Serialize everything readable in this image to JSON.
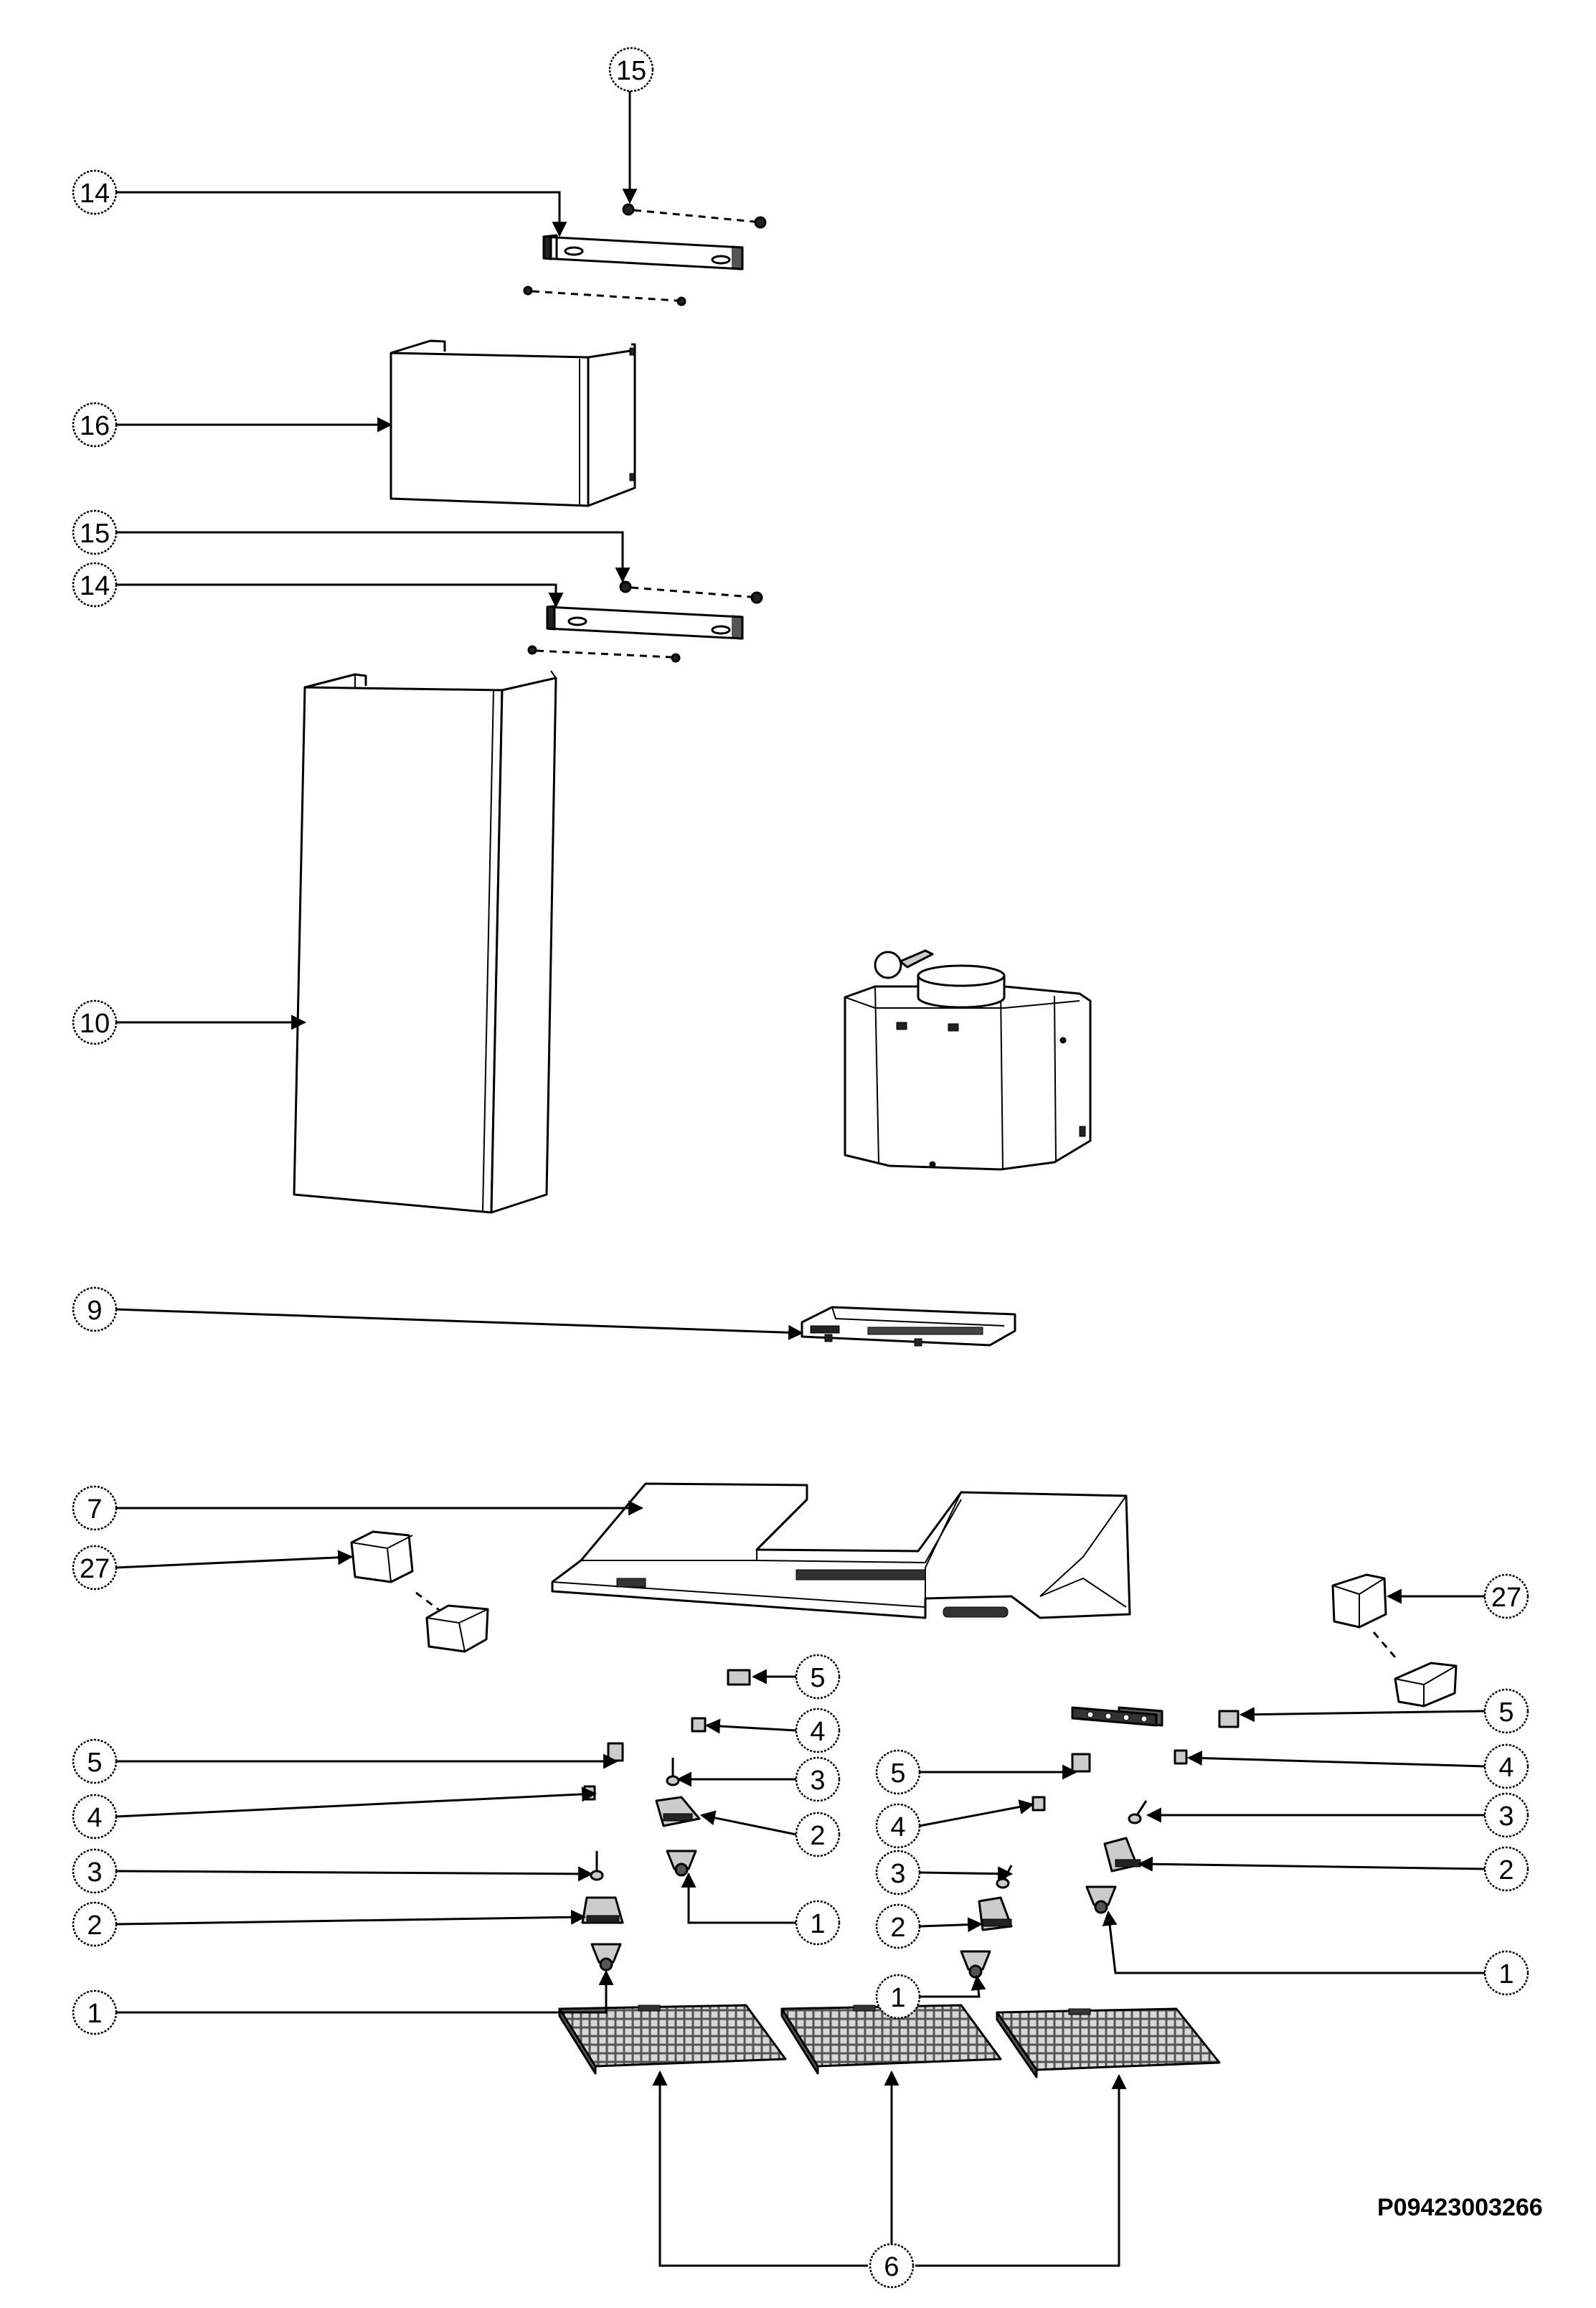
{
  "drawing_code": "P09423003266",
  "part_labels": {
    "p1": "1",
    "p2": "2",
    "p3": "3",
    "p4": "4",
    "p5": "5",
    "p6": "6",
    "p7": "7",
    "p9": "9",
    "p10": "10",
    "p14": "14",
    "p15": "15",
    "p16": "16",
    "p27": "27"
  }
}
